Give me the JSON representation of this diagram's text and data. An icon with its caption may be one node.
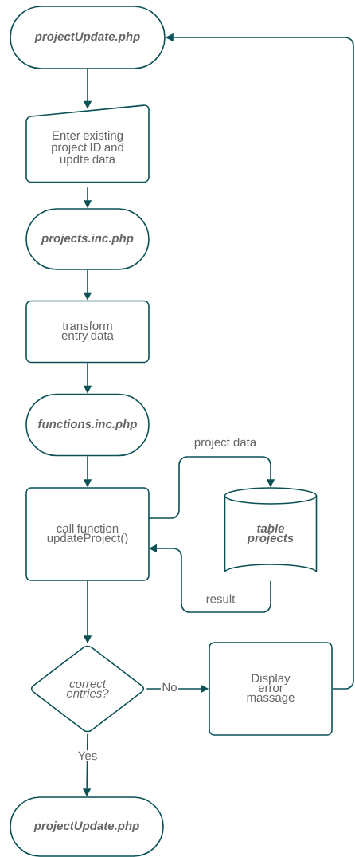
{
  "diagram": {
    "nodes": [
      {
        "text": [
          "projectUpdate.php"
        ]
      },
      {
        "text": [
          "Enter existing project ID and updte data"
        ]
      },
      {
        "text": [
          "projects.inc.php"
        ]
      },
      {
        "text": [
          "transform entry data"
        ]
      },
      {
        "text": [
          "functions.inc.php"
        ]
      },
      {
        "text": [
          "call function updateProject()"
        ]
      },
      {
        "text": [
          "table projects"
        ]
      },
      {
        "text": [
          "correct entries?"
        ]
      },
      {
        "text": [
          "Display error massage"
        ]
      },
      {
        "text": [
          "projectUpdate.php"
        ]
      }
    ],
    "edges": [
      {
        "from": 0,
        "to": 1,
        "arrow": "to"
      },
      {
        "from": 1,
        "to": 2,
        "arrow": "to"
      },
      {
        "from": 2,
        "to": 3,
        "arrow": "to"
      },
      {
        "from": 3,
        "to": 4,
        "arrow": "to"
      },
      {
        "from": 4,
        "to": 5,
        "arrow": "to"
      },
      {
        "from": 5,
        "to": 6,
        "arrow": "to",
        "label": "project data"
      },
      {
        "from": 6,
        "to": 5,
        "arrow": "to",
        "label": "result"
      },
      {
        "from": 5,
        "to": 7,
        "arrow": "to"
      },
      {
        "from": 7,
        "to": 8,
        "arrow": "to",
        "label": "No"
      },
      {
        "from": 7,
        "to": 9,
        "arrow": "to",
        "label": "Yes"
      },
      {
        "from": 8,
        "to": 0,
        "arrow": "to"
      }
    ]
  }
}
